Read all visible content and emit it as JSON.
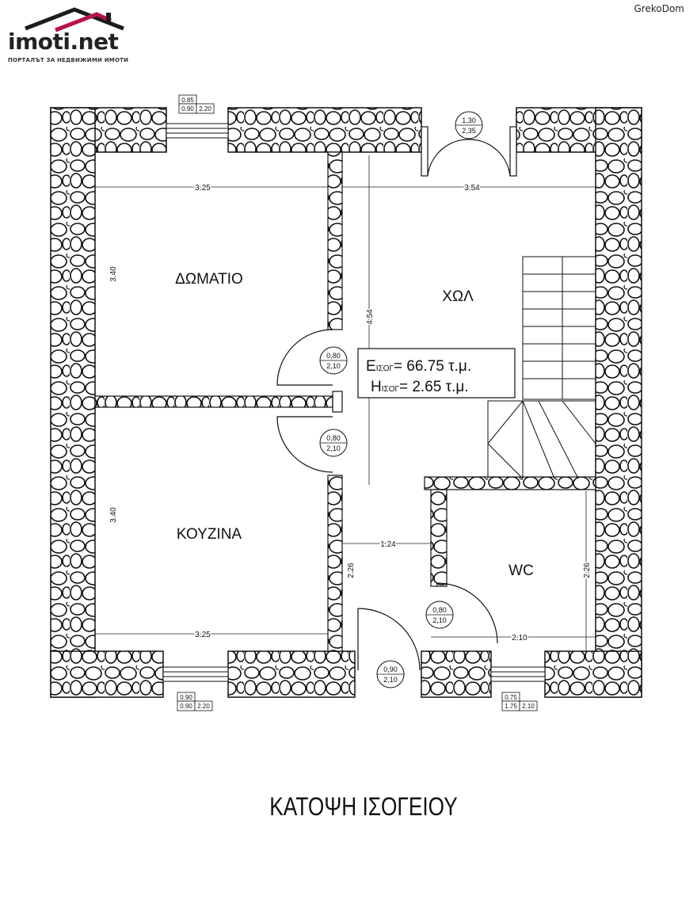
{
  "header": {
    "logo_name": "imoti.net",
    "logo_tagline": "ПОРТАЛЪТ ЗА НЕДВИЖИМИ ИМОТИ",
    "watermark": "GrekoDom"
  },
  "plan": {
    "title": "ΚΑΤΟΨΗ ΙΣΟΓΕΙΟΥ",
    "rooms": {
      "bedroom": "ΔΩΜΑΤΙΟ",
      "hall": "ΧΩΛ",
      "kitchen": "ΚΟΥΖΙΝΑ",
      "wc": "WC"
    },
    "area": {
      "line1_prefix": "E",
      "line1_sub": "ΙΣΟΓ",
      "line1_value": "= 66.75 τ.μ.",
      "line2_prefix": "H",
      "line2_sub": "ΙΣΟΓ",
      "line2_value": "= 2.65 τ.μ."
    },
    "dimensions": {
      "bedroom_width": "3.25",
      "hall_width": "3.54",
      "bedroom_height": "3.40",
      "hall_height": "4.54",
      "kitchen_height": "3.40",
      "kitchen_width": "3.25",
      "corridor_width": "1.24",
      "corridor_height": "2.26",
      "wc_height": "2.26",
      "wc_width": "2.10"
    },
    "openings": {
      "top_window": {
        "top": "0.85",
        "bottom_left": "0.90",
        "bottom_right": "2.20"
      },
      "entry_door": {
        "top": "1,30",
        "bottom": "2,35"
      },
      "bedroom_door": {
        "top": "0,80",
        "bottom": "2,10"
      },
      "kitchen_door": {
        "top": "0,80",
        "bottom": "2,10"
      },
      "wc_door": {
        "top": "0,80",
        "bottom": "2,10"
      },
      "main_door": {
        "top": "0,90",
        "bottom": "2,10"
      },
      "kitchen_window": {
        "top": "0.90",
        "bottom_left": "0.90",
        "bottom_right": "2.20"
      },
      "wc_window": {
        "top": "0.75",
        "bottom_left": "1.75",
        "bottom_right": "2.10"
      }
    }
  }
}
